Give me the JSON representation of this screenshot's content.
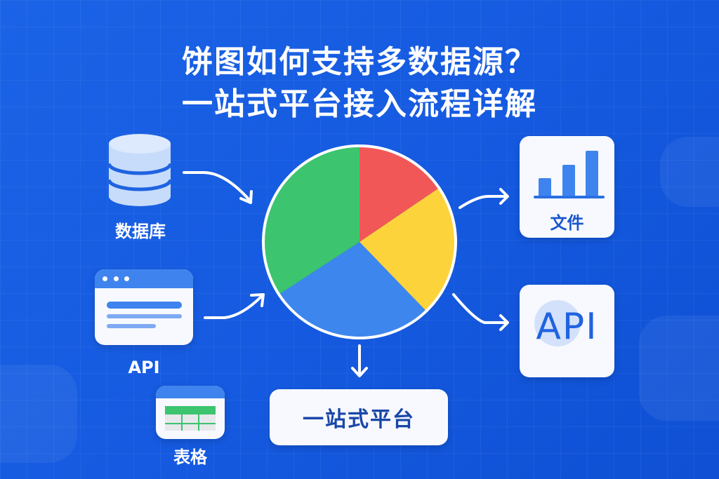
{
  "title": {
    "line1": "饼图如何支持多数据源？",
    "line2": "一站式平台接入流程详解"
  },
  "sources": [
    {
      "label": "数据库",
      "icon": "database-icon"
    },
    {
      "label": "API",
      "icon": "browser-window-icon"
    },
    {
      "label": "表格",
      "icon": "spreadsheet-icon"
    }
  ],
  "outputs": [
    {
      "label": "文件",
      "icon": "bar-chart-icon"
    },
    {
      "label": "API",
      "icon": "api-text-icon"
    }
  ],
  "platform": {
    "label": "一站式平台"
  },
  "pie": {
    "slices": [
      {
        "name": "red",
        "share": 15.5,
        "color": "#f25757"
      },
      {
        "name": "yellow",
        "share": 22.3,
        "color": "#fdd33c"
      },
      {
        "name": "blue",
        "share": 28.0,
        "color": "#3d86ee"
      },
      {
        "name": "green",
        "share": 34.2,
        "color": "#3cc46f"
      }
    ]
  }
}
